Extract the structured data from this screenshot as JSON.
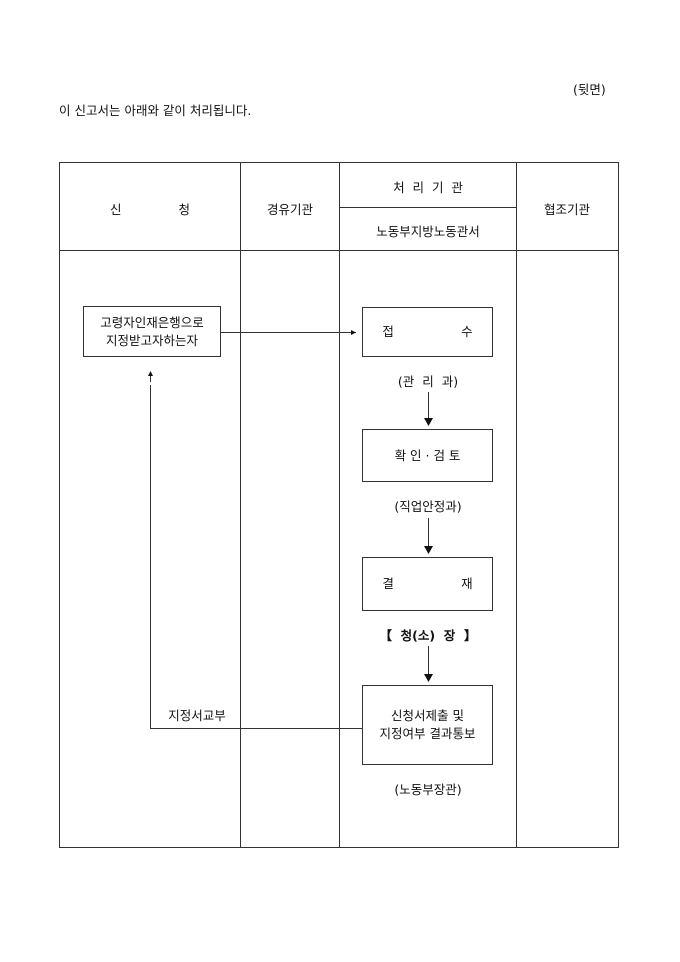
{
  "page_side": "(뒷면)",
  "intro": "이 신고서는 아래와 같이 처리됩니다.",
  "header": {
    "applicant": [
      "신",
      "청"
    ],
    "via_agency": "경유기관",
    "processing_agency": "처  리  기  관",
    "processing_office": "노동부지방노동관서",
    "cooperating_agency": "협조기관"
  },
  "flow": {
    "applicant_box": [
      "고령자인재은행으로",
      "지정받고자하는자"
    ],
    "step1": [
      "접",
      "수"
    ],
    "step1_dept": "(관  리  과)",
    "step2": "확 인 · 검 토",
    "step2_dept": "(직업안정과)",
    "step3": [
      "결",
      "재"
    ],
    "step3_dept": "【  청(소)  장  】",
    "step4": [
      "신청서제출 및",
      "지정여부 결과통보"
    ],
    "step4_dept": "(노동부장관)",
    "return_label": "지정서교부"
  }
}
